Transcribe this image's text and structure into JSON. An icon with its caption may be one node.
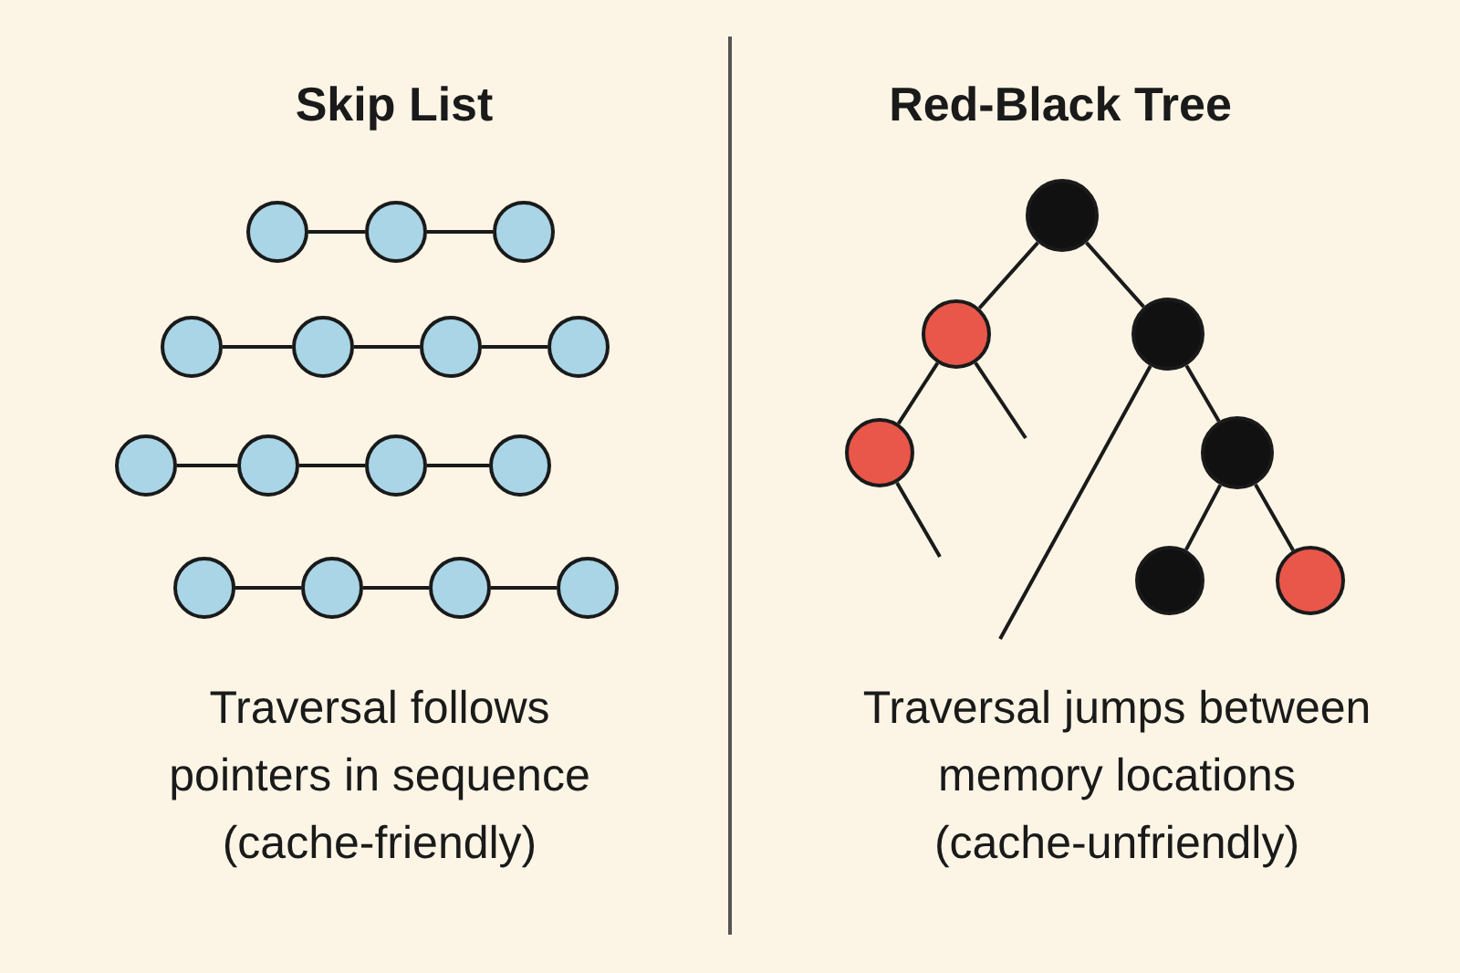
{
  "diagram": {
    "nodes": [
      {
        "text": [],
        "shape": "circle"
      },
      {
        "text": [],
        "shape": "circle"
      },
      {
        "text": [],
        "shape": "circle"
      },
      {
        "text": [],
        "shape": "circle"
      },
      {
        "text": [],
        "shape": "circle"
      },
      {
        "text": [],
        "shape": "circle"
      },
      {
        "text": [],
        "shape": "circle"
      },
      {
        "text": [],
        "shape": "circle"
      },
      {
        "text": [],
        "shape": "circle"
      },
      {
        "text": [],
        "shape": "circle"
      },
      {
        "text": [],
        "shape": "circle"
      },
      {
        "text": [],
        "shape": "circle"
      },
      {
        "text": [],
        "shape": "circle"
      },
      {
        "text": [],
        "shape": "circle"
      },
      {
        "text": [],
        "shape": "circle"
      },
      {
        "text": [],
        "shape": "circle"
      },
      {
        "text": [],
        "shape": "circle"
      },
      {
        "text": [],
        "shape": "circle"
      },
      {
        "text": [],
        "shape": "circle"
      },
      {
        "text": [],
        "shape": "circle"
      },
      {
        "text": [],
        "shape": "circle"
      },
      {
        "text": [],
        "shape": "circle"
      }
    ],
    "edges": [
      {
        "from": 0,
        "to": 1,
        "arrow": "none"
      },
      {
        "from": 1,
        "to": 2,
        "arrow": "none"
      },
      {
        "from": 3,
        "to": 4,
        "arrow": "none"
      },
      {
        "from": 4,
        "to": 5,
        "arrow": "none"
      },
      {
        "from": 5,
        "to": 6,
        "arrow": "none"
      },
      {
        "from": 7,
        "to": 8,
        "arrow": "none"
      },
      {
        "from": 8,
        "to": 9,
        "arrow": "none"
      },
      {
        "from": 9,
        "to": 10,
        "arrow": "none"
      },
      {
        "from": 11,
        "to": 12,
        "arrow": "none"
      },
      {
        "from": 12,
        "to": 13,
        "arrow": "none"
      },
      {
        "from": 13,
        "to": 14,
        "arrow": "none"
      },
      {
        "from": 15,
        "to": 16,
        "arrow": "none"
      },
      {
        "from": 15,
        "to": 17,
        "arrow": "none"
      },
      {
        "from": 16,
        "to": 18,
        "arrow": "none"
      },
      {
        "from": 16,
        "to": null,
        "arrow": "none"
      },
      {
        "from": 17,
        "to": 19,
        "arrow": "none"
      },
      {
        "from": 17,
        "to": null,
        "arrow": "none"
      },
      {
        "from": 18,
        "to": null,
        "arrow": "none"
      },
      {
        "from": 19,
        "to": 20,
        "arrow": "none"
      },
      {
        "from": 19,
        "to": 21,
        "arrow": "none"
      }
    ],
    "labels": [
      "Skip List",
      "Red-Black Tree",
      "Traversal follows pointers in sequence (cache-friendly)",
      "Traversal jumps between memory locations (cache-unfriendly)"
    ]
  }
}
